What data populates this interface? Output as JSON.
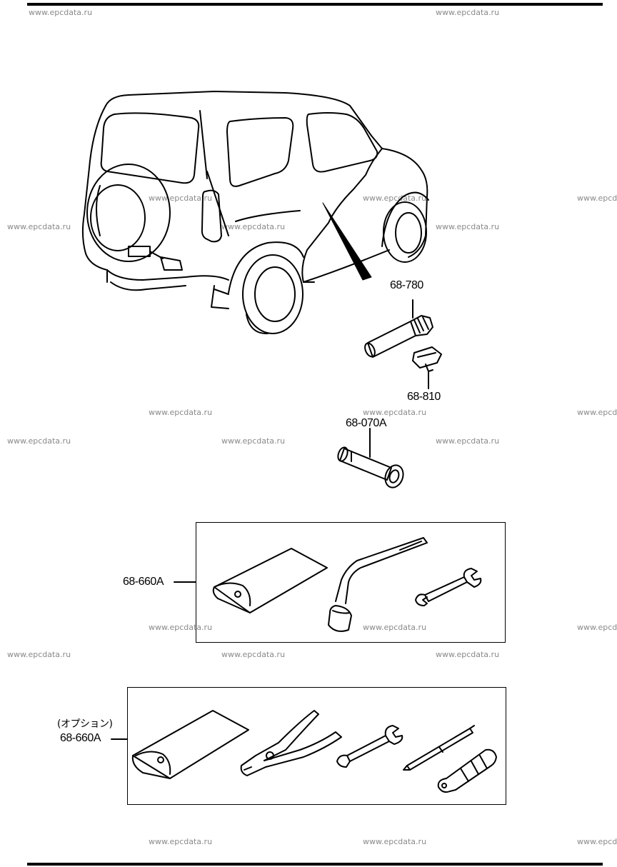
{
  "diagram": {
    "parts": {
      "jack_handle": "68-780",
      "clip": "68-810",
      "wheel_wrench_extension": "68-070A",
      "tool_kit": "68-660A",
      "tool_kit_optional": "68-660A"
    },
    "optional_note": "(オプション)"
  },
  "watermark": {
    "text": "www.epcdata.ru",
    "color": "#8a8a8a"
  }
}
